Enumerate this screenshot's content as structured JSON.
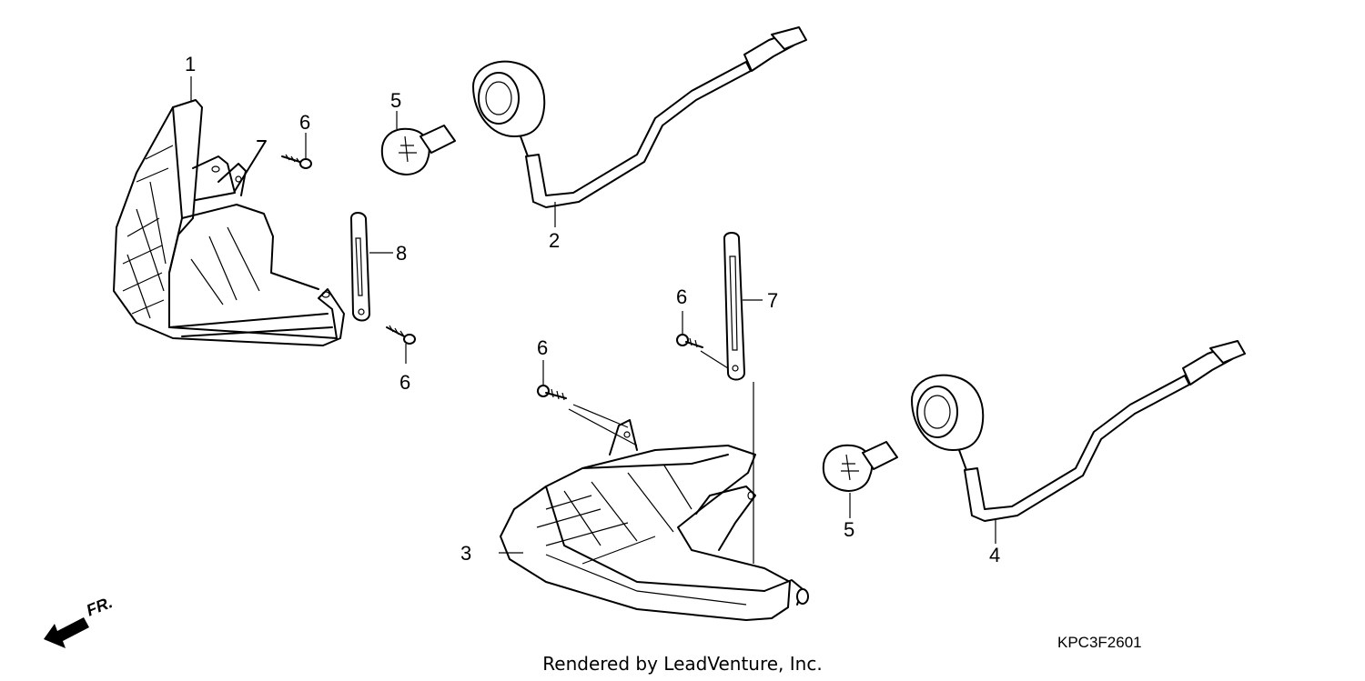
{
  "callouts": {
    "c1": "1",
    "c2": "2",
    "c3": "3",
    "c4": "4",
    "c5a": "5",
    "c5b": "5",
    "c6a": "6",
    "c6b": "6",
    "c6c": "6",
    "c6d": "6",
    "c7": "7",
    "c8": "8"
  },
  "front_label": "FR.",
  "diagram_code": "KPC3F2601",
  "footer": "Rendered by LeadVenture, Inc.",
  "icons": {
    "front_arrow": "arrow-left-down-icon"
  }
}
